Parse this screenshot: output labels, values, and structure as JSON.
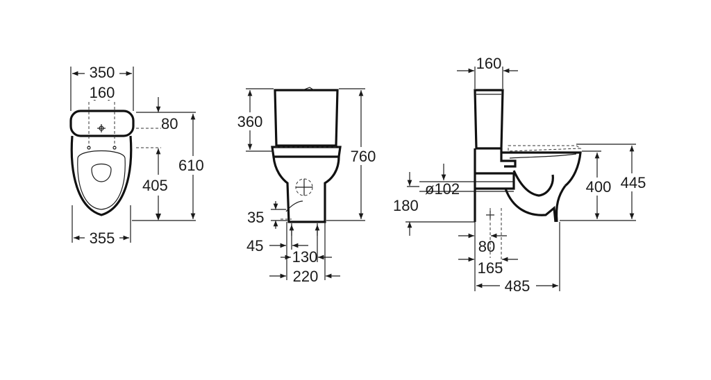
{
  "views": {
    "top": {
      "width_overall": "350",
      "fixing_spacing": "160",
      "rear_to_fixing": "80",
      "fixing_to_front": "405",
      "depth_overall": "610",
      "bowl_width": "355"
    },
    "front": {
      "cistern_height": "360",
      "overall_height": "760",
      "floor_to_fixing": "35",
      "fixing_offset": "45",
      "fixing_spacing": "130",
      "base_width": "220"
    },
    "side": {
      "cistern_depth": "160",
      "outlet_diameter": "ø102",
      "outlet_height": "180",
      "seat_height_bowl": "400",
      "seat_height_overall": "445",
      "wall_to_fixing": "80",
      "wall_to_outlet": "165",
      "overall_projection": "485"
    }
  }
}
